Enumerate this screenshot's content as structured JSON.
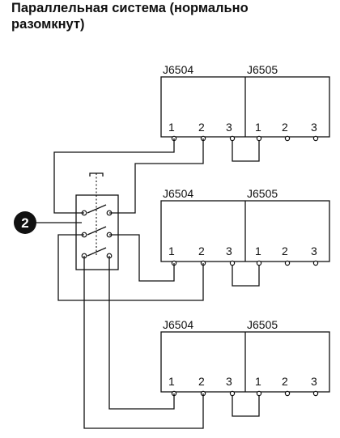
{
  "title_line1": "Параллельная система (нормально",
  "title_line2": "разомкнут)",
  "callout": "2",
  "modules": [
    {
      "left_label": "J6504",
      "right_label": "J6505",
      "pins": [
        "1",
        "2",
        "3",
        "1",
        "2",
        "3"
      ]
    },
    {
      "left_label": "J6504",
      "right_label": "J6505",
      "pins": [
        "1",
        "2",
        "3",
        "1",
        "2",
        "3"
      ]
    },
    {
      "left_label": "J6504",
      "right_label": "J6505",
      "pins": [
        "1",
        "2",
        "3",
        "1",
        "2",
        "3"
      ]
    }
  ]
}
